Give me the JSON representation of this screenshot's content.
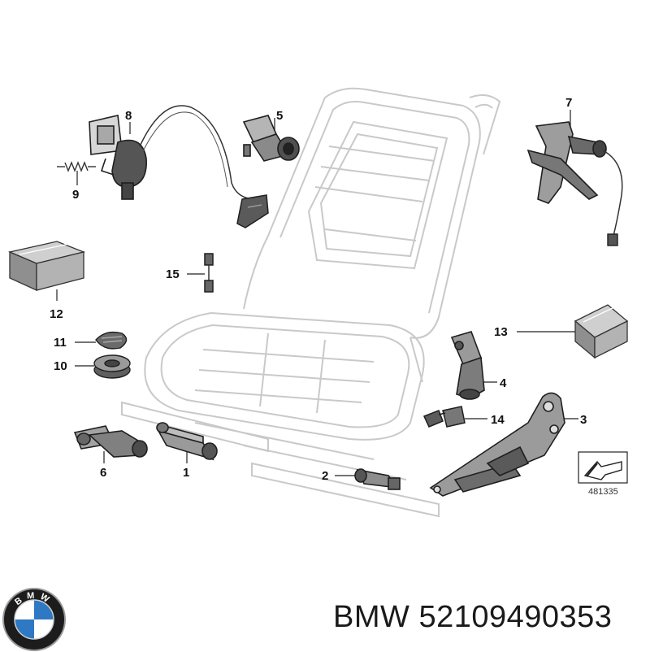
{
  "diagram": {
    "callouts": [
      "1",
      "2",
      "3",
      "4",
      "5",
      "6",
      "7",
      "8",
      "9",
      "10",
      "11",
      "12",
      "13",
      "14",
      "15"
    ],
    "reference_number": "481335"
  },
  "caption": {
    "brand": "BMW",
    "part_number": "52109490353"
  },
  "logo": {
    "ring_text": "BMW",
    "colors": {
      "ring": "#1c1c1c",
      "blue": "#2f78c4",
      "white": "#ffffff"
    }
  }
}
